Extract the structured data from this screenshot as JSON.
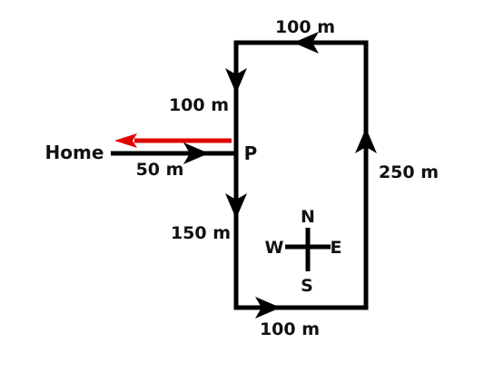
{
  "labels": {
    "top_distance": "100 m",
    "upper_left_distance": "100 m",
    "home_distance": "50 m",
    "lower_left_distance": "150 m",
    "right_distance": "250 m",
    "bottom_distance": "100 m",
    "home": "Home",
    "point_p": "P"
  },
  "compass": {
    "north": "N",
    "south": "S",
    "east": "E",
    "west": "W"
  },
  "colors": {
    "path": "#000000",
    "return_arrow": "#e00000"
  }
}
